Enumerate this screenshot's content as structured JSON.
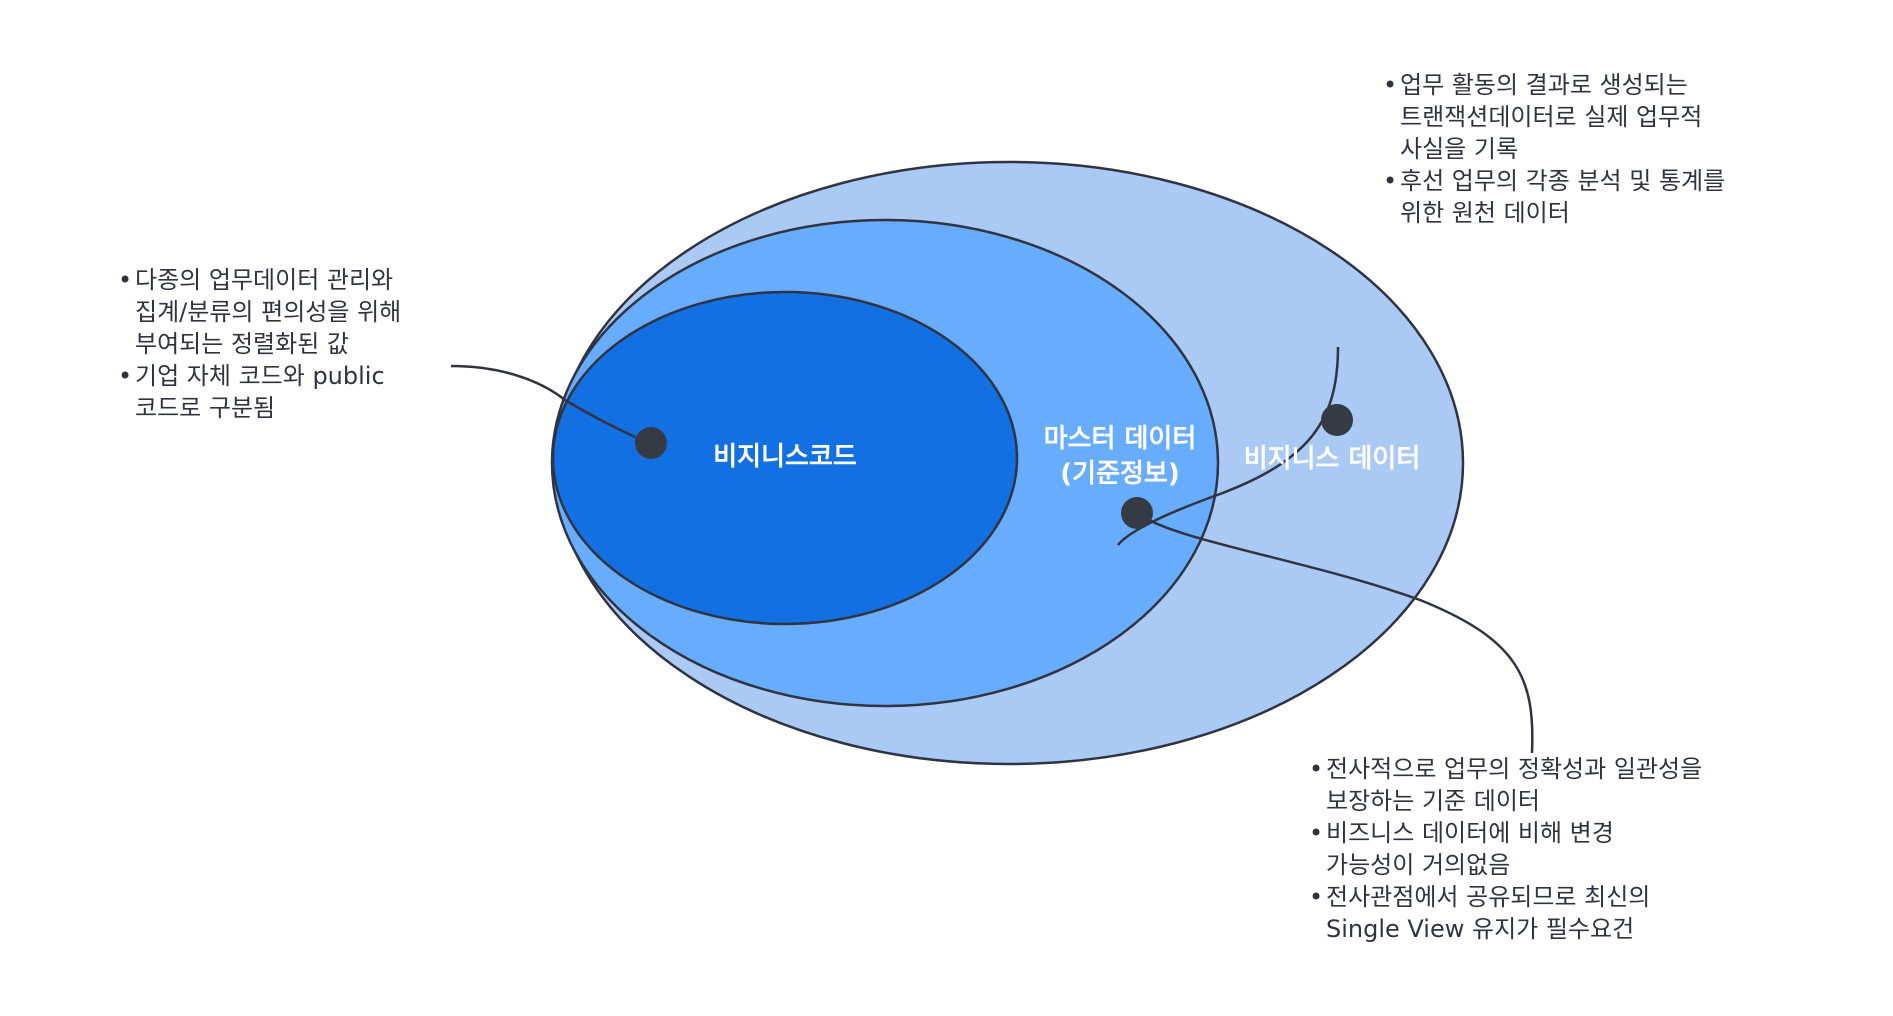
{
  "diagram": {
    "regions": {
      "business_data": {
        "label": "비지니스 데이터",
        "color": "#aac9f4"
      },
      "master_data": {
        "label_line1": "마스터 데이터",
        "label_line2": "(기준정보)",
        "color": "#68acfd"
      },
      "business_code": {
        "label": "비지니스코드",
        "color": "#1270e3"
      }
    },
    "outline_color": "#2f3440",
    "annotations": {
      "business_data": [
        "업무 활동의 결과로 생성되는\n트랜잭션데이터로 실제 업무적\n사실을 기록",
        "후선 업무의 각종 분석 및 통계를\n위한 원천 데이터"
      ],
      "business_code": [
        "다종의 업무데이터 관리와\n집계/분류의 편의성을 위해\n부여되는 정렬화된 값",
        "기업 자체 코드와 public\n코드로 구분됨"
      ],
      "master_data": [
        "전사적으로 업무의 정확성과 일관성을\n보장하는 기준 데이터",
        "비즈니스 데이터에 비해 변경\n가능성이 거의없음",
        "전사관점에서 공유되므로 최신의\nSingle View 유지가 필수요건"
      ]
    }
  }
}
